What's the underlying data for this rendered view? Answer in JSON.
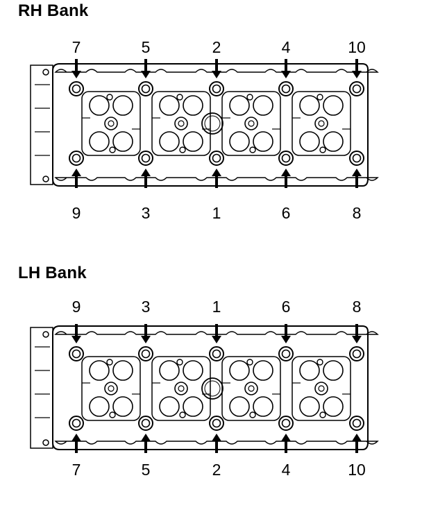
{
  "banks": [
    {
      "id": "rh",
      "title": "RH Bank",
      "top_sequence": [
        "7",
        "5",
        "2",
        "4",
        "10"
      ],
      "bottom_sequence": [
        "9",
        "3",
        "1",
        "6",
        "8"
      ]
    },
    {
      "id": "lh",
      "title": "LH Bank",
      "top_sequence": [
        "9",
        "3",
        "1",
        "6",
        "8"
      ],
      "bottom_sequence": [
        "7",
        "5",
        "2",
        "4",
        "10"
      ]
    }
  ],
  "icons": {
    "arrow": "arrow-icon",
    "bolt": "bolt-icon"
  },
  "colors": {
    "line": "#000000",
    "background": "#ffffff"
  }
}
